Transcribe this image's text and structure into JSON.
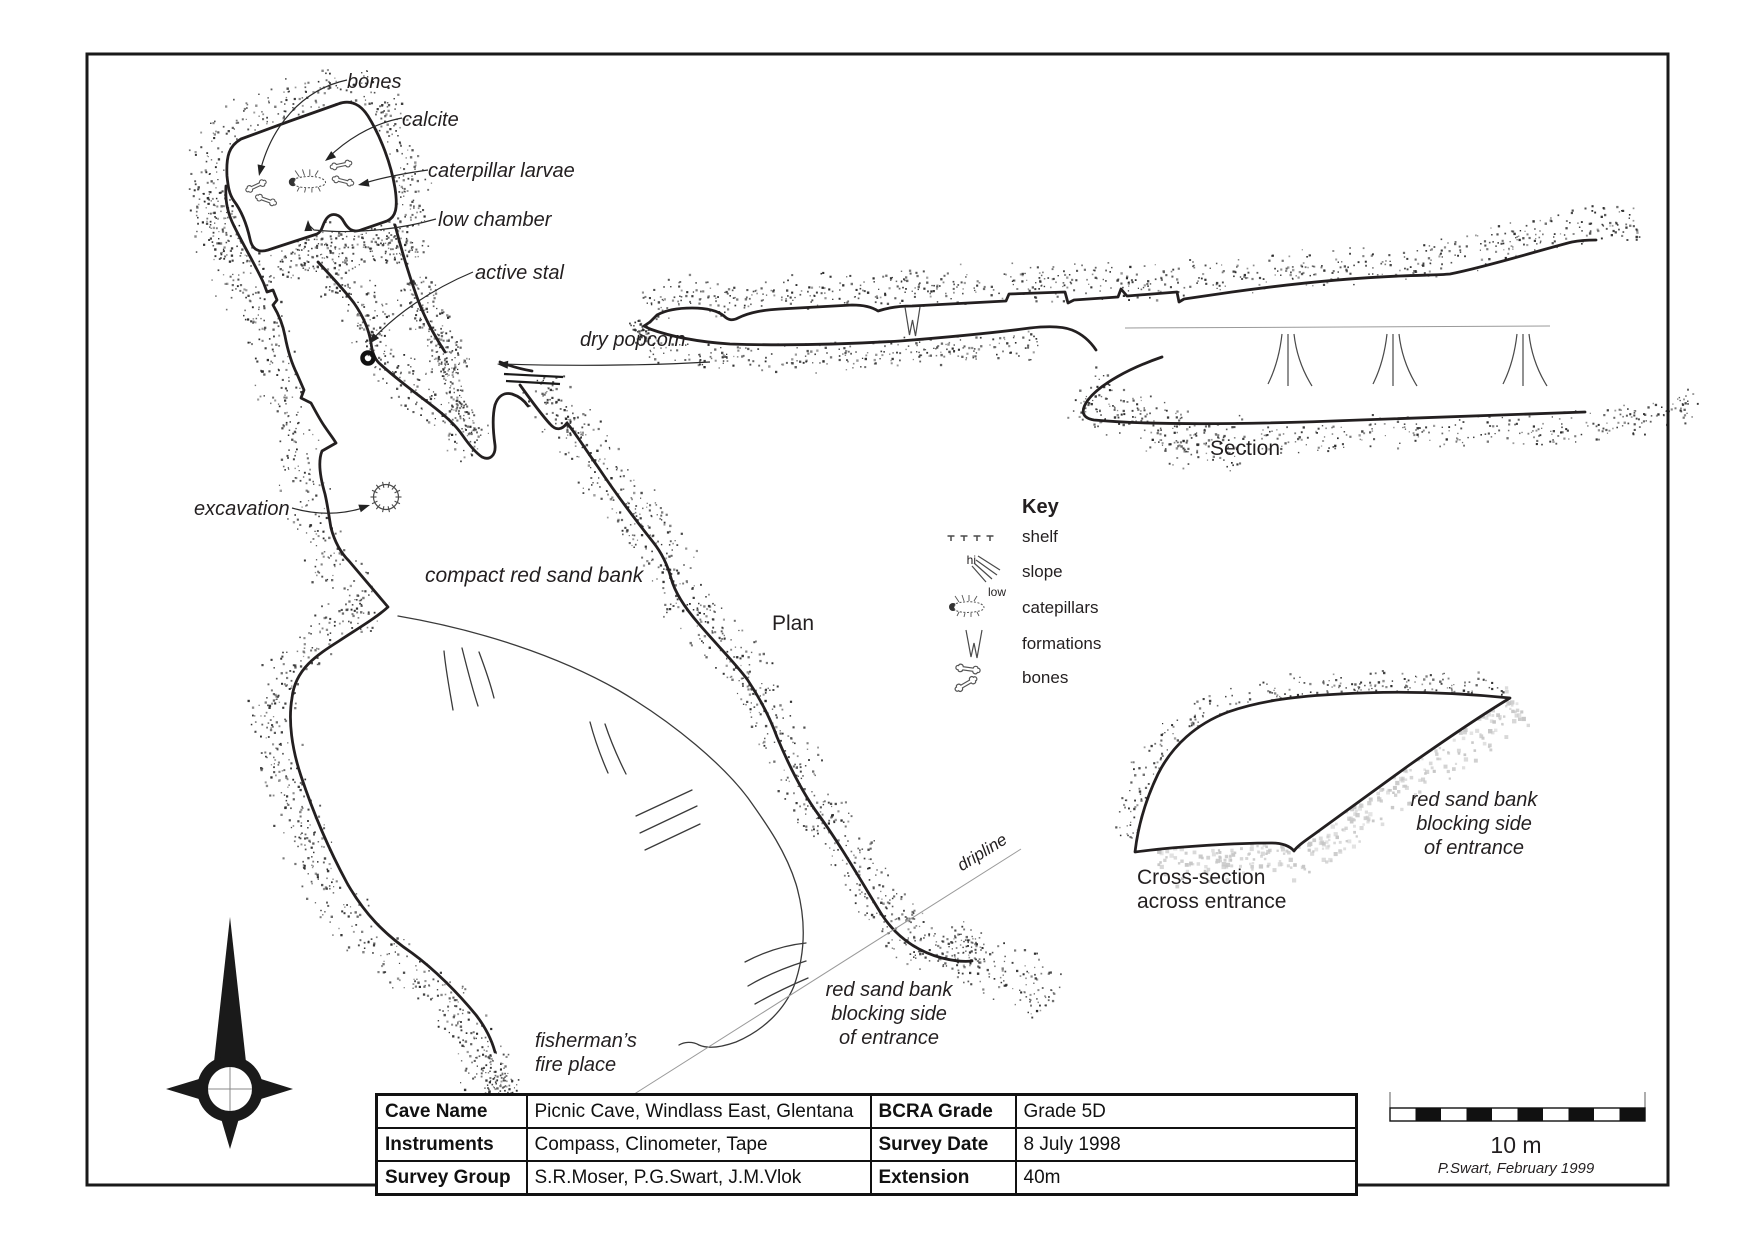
{
  "plan": {
    "title": "Plan",
    "labels": {
      "bones": "bones",
      "calcite": "calcite",
      "caterpillar_larvae": "caterpillar larvae",
      "low_chamber": "low chamber",
      "active_stal": "active stal",
      "dry_popcorn": "dry popcorn",
      "excavation": "excavation",
      "compact_red_sand_bank": "compact red sand bank",
      "dripline": "dripline",
      "fisherman_line1": "fisherman’s",
      "fisherman_line2": "fire place",
      "red_sand_bank_line1": "red sand bank",
      "red_sand_bank_line2": "blocking side",
      "red_sand_bank_line3": "of entrance"
    }
  },
  "section": {
    "title": "Section"
  },
  "cross_section": {
    "caption_line1": "Cross-section",
    "caption_line2": "across entrance",
    "label_line1": "red sand bank",
    "label_line2": "blocking side",
    "label_line3": "of entrance"
  },
  "key": {
    "title": "Key",
    "items": [
      "shelf",
      "slope",
      "catepillars",
      "formations",
      "bones"
    ],
    "slope_hi": "hi",
    "slope_low": "low"
  },
  "scale_bar": {
    "label": "10 m",
    "credit": "P.Swart, February 1999"
  },
  "info_table": {
    "rows": [
      {
        "c0": "Cave Name",
        "c1": "Picnic Cave, Windlass East, Glentana",
        "c2": "BCRA Grade",
        "c3": "Grade 5D"
      },
      {
        "c0": "Instruments",
        "c1": "Compass, Clinometer, Tape",
        "c2": "Survey Date",
        "c3": "8 July 1998"
      },
      {
        "c0": "Survey Group",
        "c1": "S.R.Moser, P.G.Swart, J.M.Vlok",
        "c2": "Extension",
        "c3": "40m"
      }
    ]
  },
  "colors": {
    "ink": "#231f20",
    "thin_gray": "#9a9a9a",
    "sand_gray": "#c6c6c6"
  }
}
